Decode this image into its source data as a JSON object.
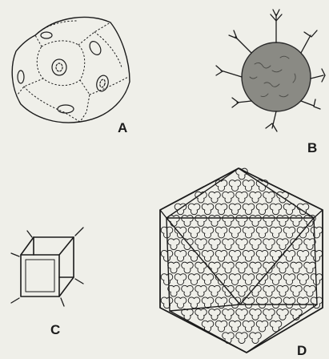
{
  "panels": [
    {
      "id": "a",
      "label": "A"
    },
    {
      "id": "b",
      "label": "B"
    },
    {
      "id": "c",
      "label": "C"
    },
    {
      "id": "d",
      "label": "D"
    }
  ],
  "colors": {
    "background": "#efefe9",
    "ink": "#1b1b1b",
    "shading": "#6a6a66"
  }
}
